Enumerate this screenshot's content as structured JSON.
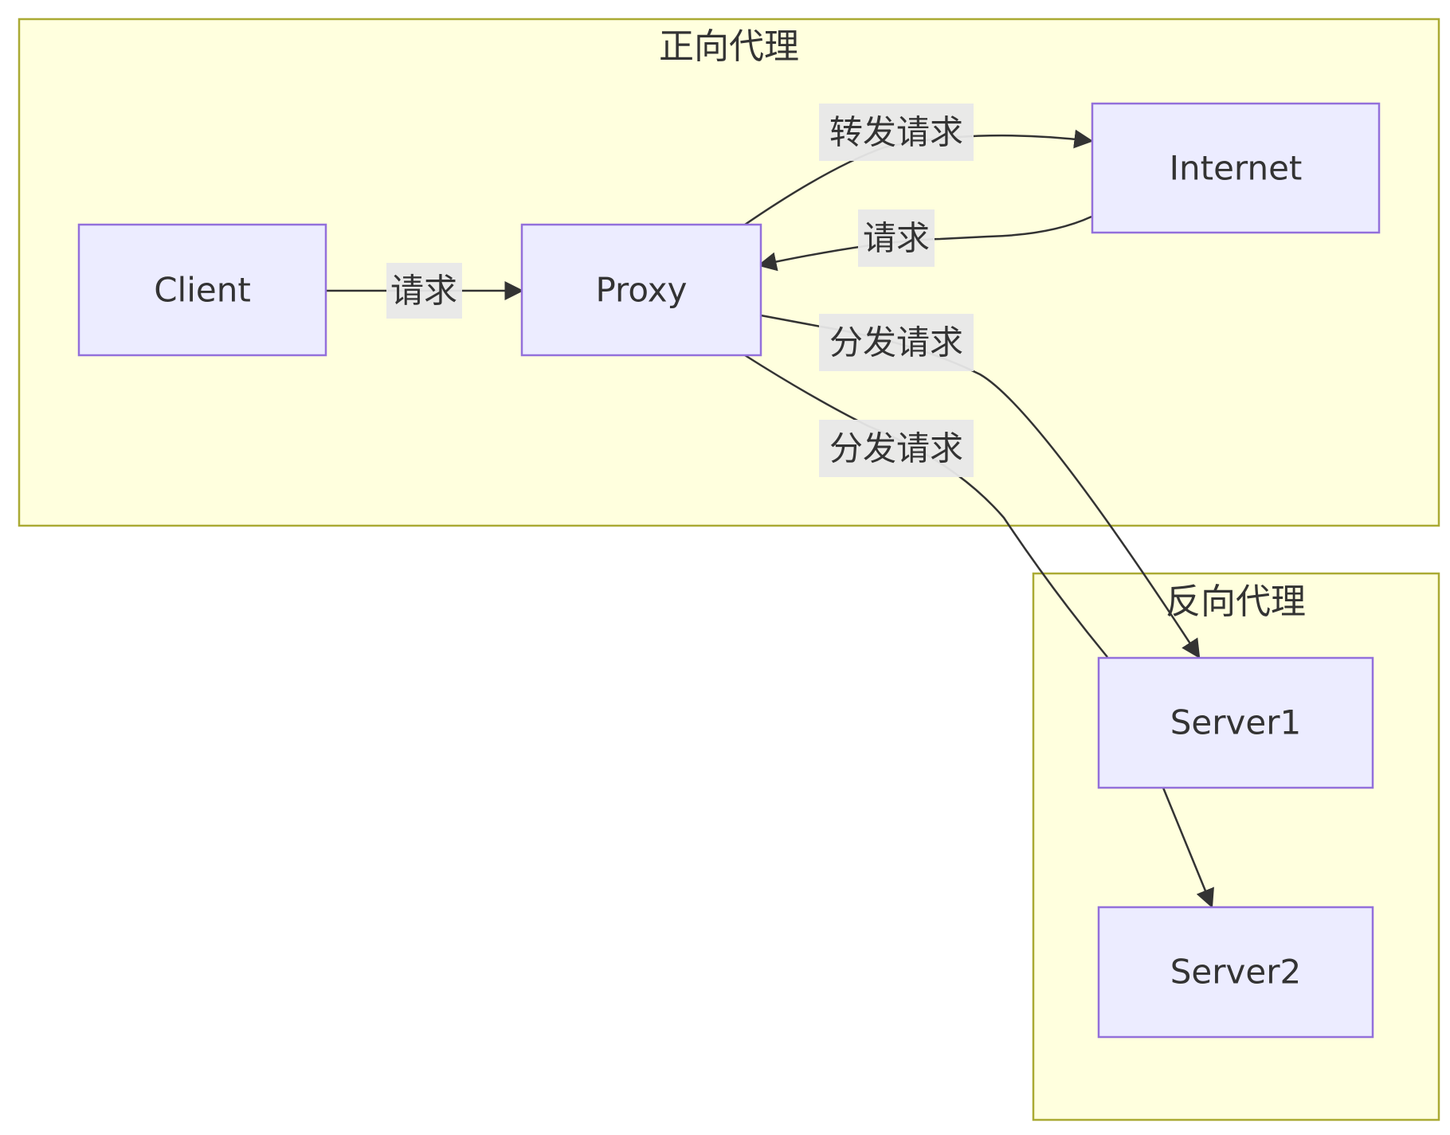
{
  "clusters": {
    "forward": {
      "title": "正向代理"
    },
    "reverse": {
      "title": "反向代理"
    }
  },
  "nodes": {
    "client": {
      "label": "Client"
    },
    "proxy": {
      "label": "Proxy"
    },
    "internet": {
      "label": "Internet"
    },
    "server1": {
      "label": "Server1"
    },
    "server2": {
      "label": "Server2"
    }
  },
  "edges": [
    {
      "from": "Client",
      "to": "Proxy",
      "label": "请求"
    },
    {
      "from": "Proxy",
      "to": "Internet",
      "label": "转发请求"
    },
    {
      "from": "Internet",
      "to": "Proxy",
      "label": "请求"
    },
    {
      "from": "Proxy",
      "to": "Server1",
      "label": "分发请求"
    },
    {
      "from": "Proxy",
      "to": "Server2",
      "label": "分发请求"
    },
    {
      "from": "Server1",
      "to": "Server2",
      "label": ""
    }
  ],
  "colors": {
    "cluster_fill": "#ffffde",
    "cluster_stroke": "#aaaa33",
    "node_fill": "#ececff",
    "node_stroke": "#9370db",
    "edge": "#333333",
    "label_bg": "#e8e8e8",
    "text": "#333333"
  }
}
